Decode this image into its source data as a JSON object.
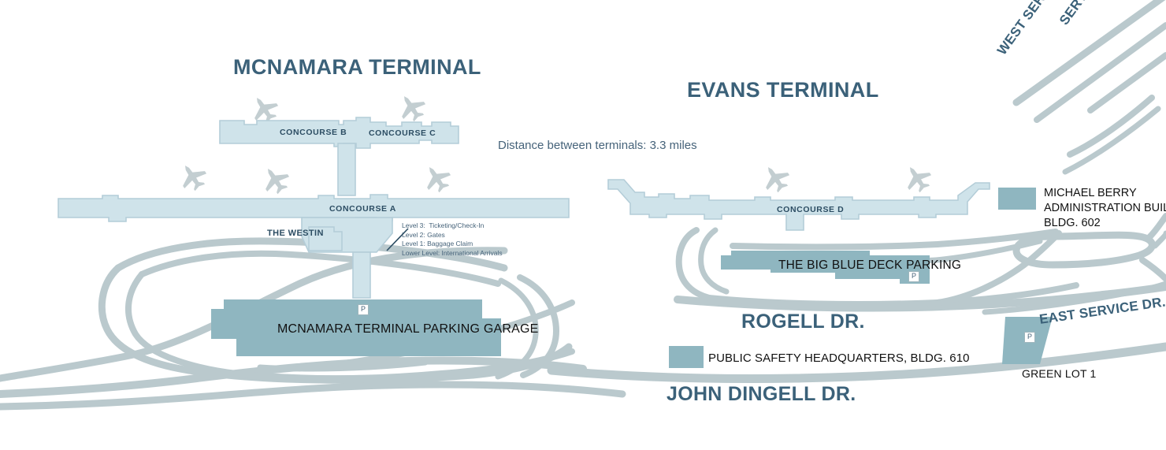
{
  "map": {
    "title_mcnamara": "MCNAMARA TERMINAL",
    "title_evans": "EVANS TERMINAL",
    "distance_note": "Distance between terminals: 3.3 miles",
    "concourses": [
      {
        "id": "b",
        "label": "CONCOURSE B"
      },
      {
        "id": "c",
        "label": "CONCOURSE C"
      },
      {
        "id": "a",
        "label": "CONCOURSE A"
      },
      {
        "id": "d",
        "label": "CONCOURSE D"
      }
    ],
    "westin_label": "THE WESTIN",
    "levels": "Level 3:  Ticketing/Check-In\nLevel 2: Gates\nLevel 1: Baggage Claim\nLower Level: International Arrivals",
    "mcnamara_garage_label": "MCNAMARA TERMINAL PARKING GARAGE",
    "big_blue_deck_label": "THE BIG BLUE DECK PARKING",
    "public_safety_label": "PUBLIC SAFETY HEADQUARTERS, BLDG. 610",
    "admin_building": {
      "line1": "MICHAEL BERRY",
      "line2": "ADMINISTRATION BUILDING",
      "line3": "BLDG. 602"
    },
    "green_lot_label": "GREEN LOT 1",
    "parking_symbol": "P",
    "roads": [
      {
        "id": "john-dingell",
        "label": "JOHN DINGELL DR."
      },
      {
        "id": "rogell",
        "label": "ROGELL DR."
      },
      {
        "id": "west-service",
        "label": "WEST SERVICE DR."
      },
      {
        "id": "service-dr-top",
        "label": "SERVICE DR."
      },
      {
        "id": "east-service",
        "label": "EAST SERVICE DR."
      }
    ],
    "colors": {
      "navy_text": "#3b6179",
      "terminal_fill": "#cfe3ea",
      "terminal_stroke": "#b4cdd8",
      "road_fill": "#bac9cd",
      "parking_fill": "#8fb6c0",
      "plane_fill": "#c3ced1",
      "background": "#ffffff"
    }
  }
}
